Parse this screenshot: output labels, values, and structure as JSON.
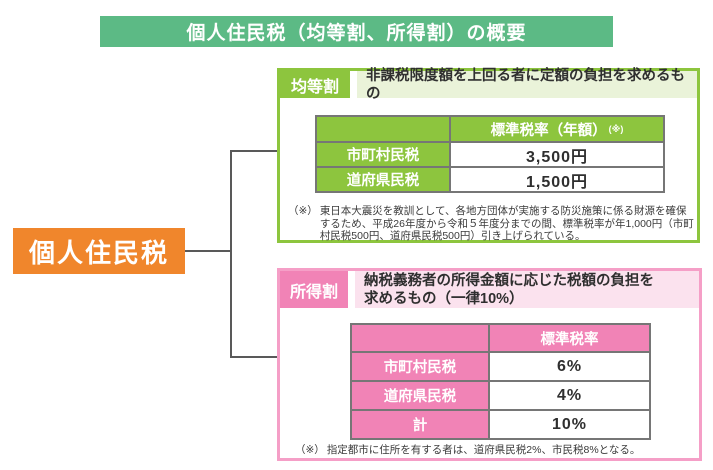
{
  "page_title": "個人住民税（均等割、所得割）の概要",
  "root_node": {
    "label": "個人住民税"
  },
  "colors": {
    "title_green": "#5cba85",
    "kintowari_green": "#8dc53e",
    "kintowari_light_green": "#eaf3d9",
    "shotokuwari_pink": "#f183b6",
    "shotokuwari_border_pink": "#f59fc7",
    "shotokuwari_light_pink": "#fbe2ee",
    "root_orange": "#f0862c",
    "connector_gray": "#595959",
    "table_border_gray": "#767676"
  },
  "kintowari": {
    "label": "均等割",
    "description": "非課税限度額を上回る者に定額の負担を求めるもの",
    "table": {
      "header": "標準税率（年額）",
      "header_note_mark": "(※)",
      "rows": [
        {
          "label": "市町村民税",
          "value": "3,500円"
        },
        {
          "label": "道府県民税",
          "value": "1,500円"
        }
      ]
    },
    "note_marker": "（※）",
    "note_text": "東日本大震災を教訓として、各地方団体が実施する防災施策に係る財源を確保するため、平成26年度から令和５年度分までの間、標準税率が年1,000円（市町村民税500円、道府県民税500円）引き上げられている。"
  },
  "shotokuwari": {
    "label": "所得割",
    "description_line1": "納税義務者の所得金額に応じた税額の負担を",
    "description_line2": "求めるもの（一律10%）",
    "table": {
      "header": "標準税率",
      "rows": [
        {
          "label": "市町村民税",
          "value": "6%"
        },
        {
          "label": "道府県民税",
          "value": "4%"
        },
        {
          "label": "計",
          "value": "10%"
        }
      ]
    },
    "note_marker": "（※）",
    "note_text": "指定都市に住所を有する者は、道府県民税2%、市民税8%となる。"
  }
}
